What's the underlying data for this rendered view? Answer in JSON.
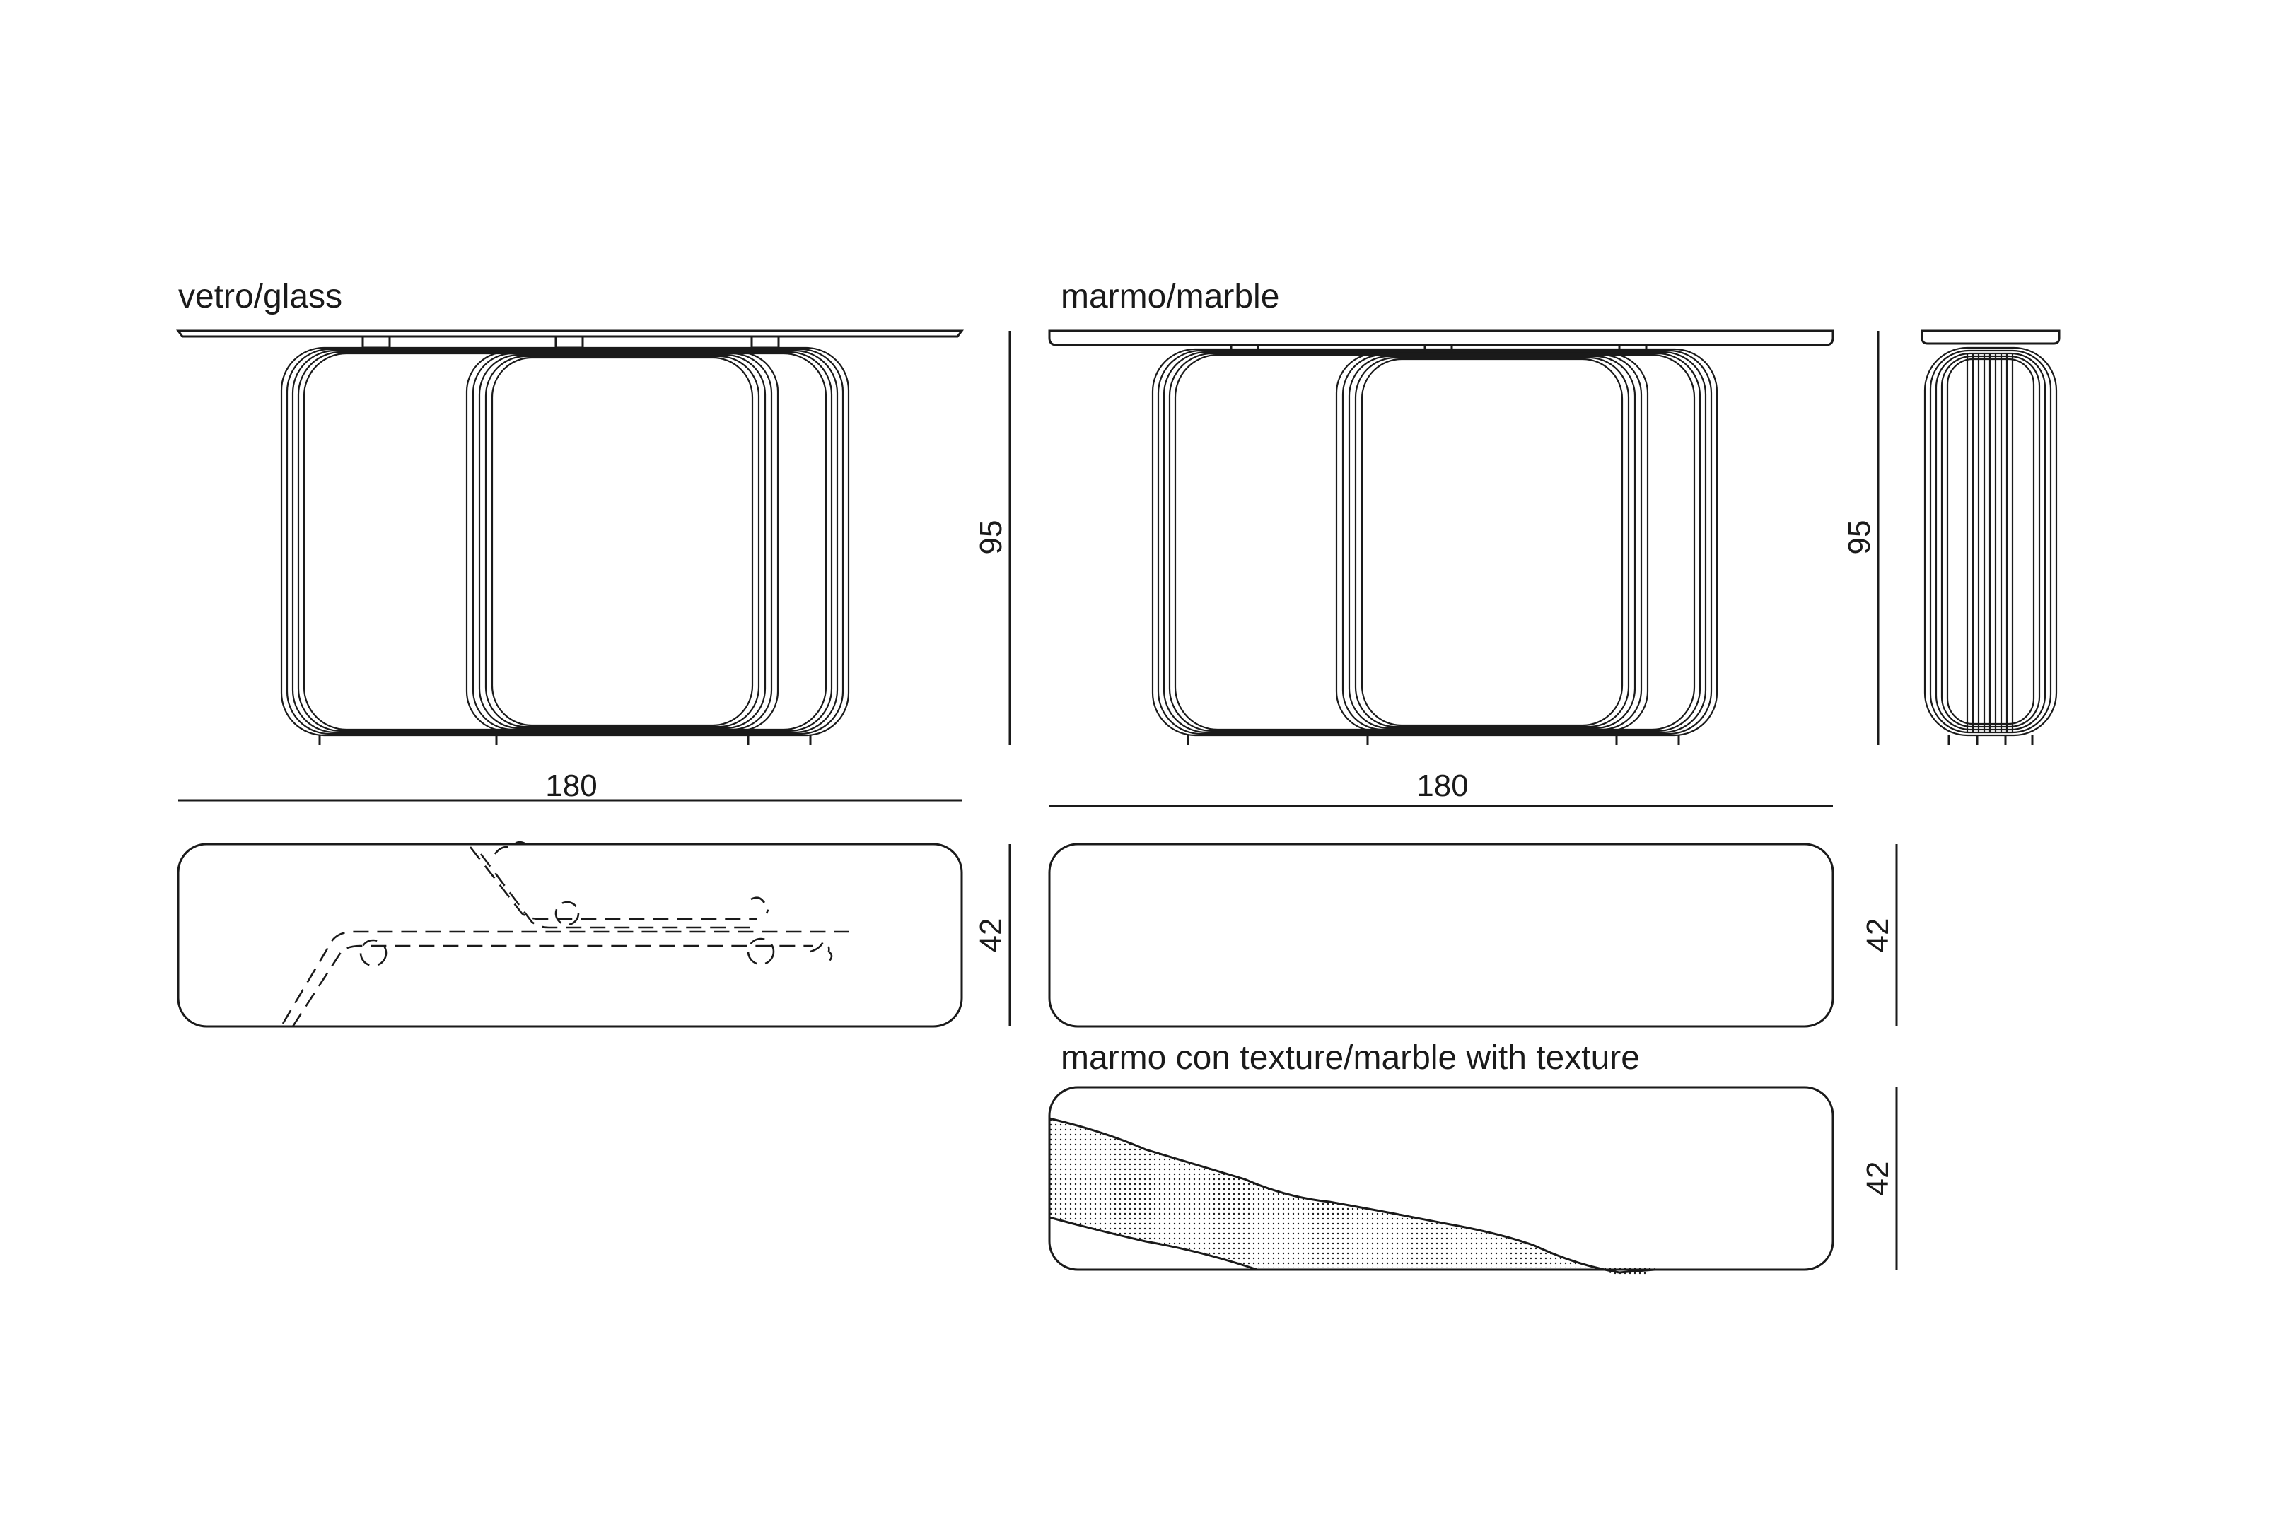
{
  "labels": {
    "glass_title": "vetro/glass",
    "marble_title": "marmo/marble",
    "texture_title": "marmo con texture/marble with texture"
  },
  "dimensions": {
    "glass_height": "95",
    "marble_height": "95",
    "glass_width": "180",
    "marble_width": "180",
    "glass_depth": "42",
    "marble_depth": "42",
    "texture_depth": "42"
  }
}
